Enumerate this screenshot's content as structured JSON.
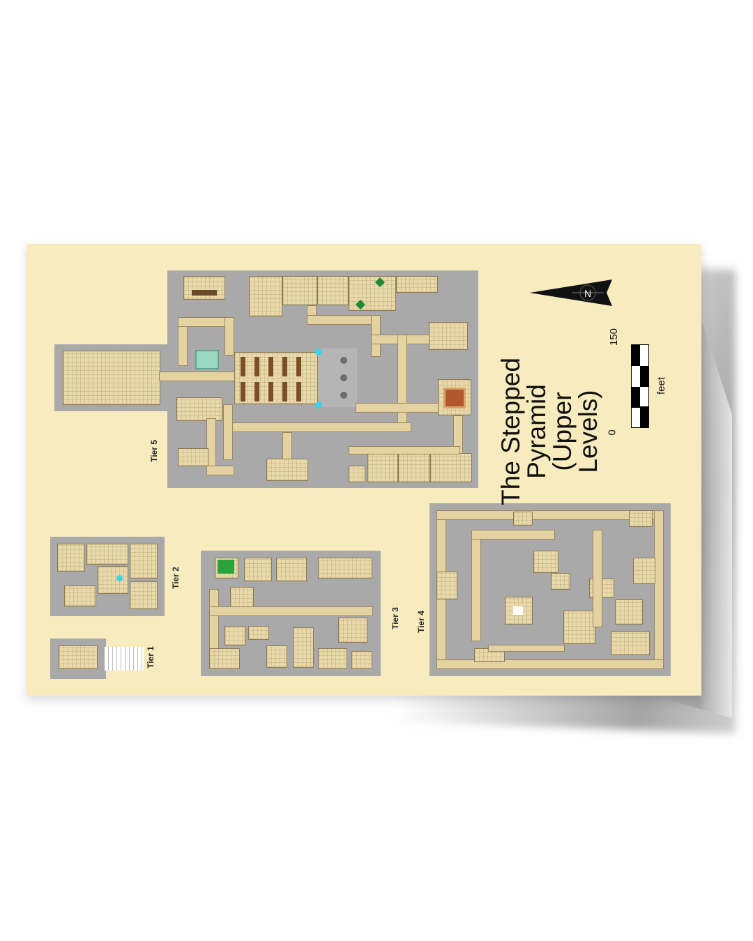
{
  "map": {
    "title_line1": "The Stepped",
    "title_line2": "Pyramid",
    "title_line3": "(Upper Levels)",
    "scale_start": "0",
    "scale_end": "150",
    "scale_unit": "feet",
    "north_label": "N",
    "tiers": [
      "Tier 1",
      "Tier 2",
      "Tier 3",
      "Tier 4",
      "Tier 5"
    ]
  },
  "colors": {
    "paper": "#f8ecbf",
    "stone_panel": "#a9a9a9",
    "room_floor": "#e9d9a9",
    "water": "#42d2e8",
    "altar": "#b3582e"
  }
}
